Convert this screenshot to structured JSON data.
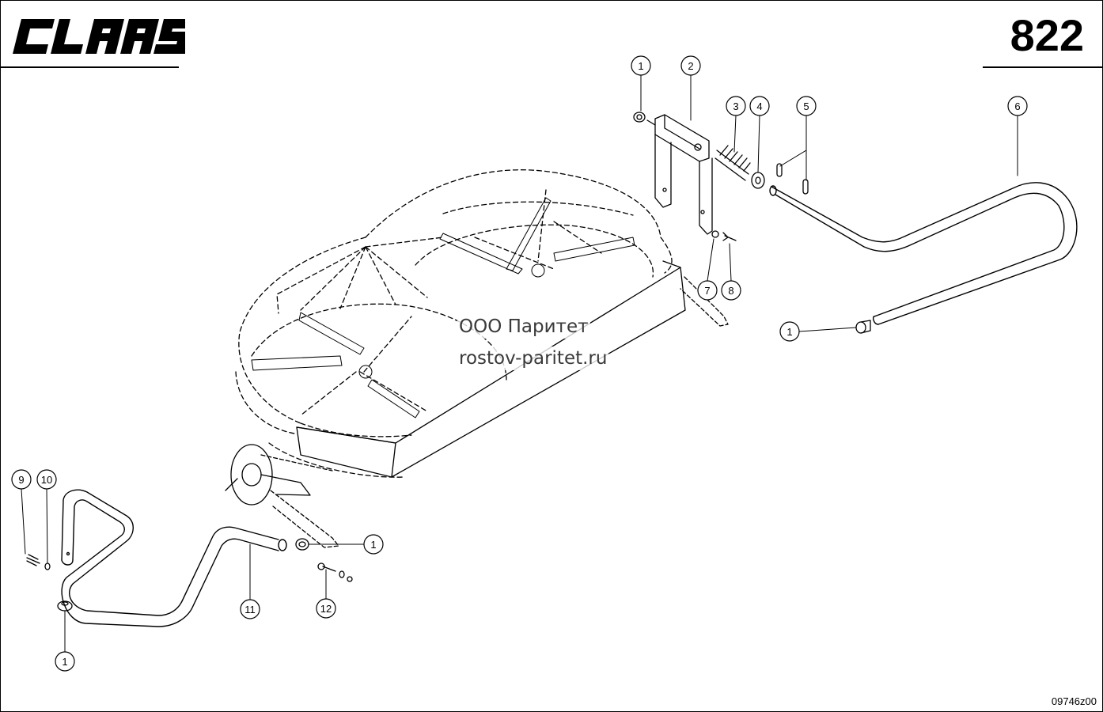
{
  "header": {
    "brand": "CLAAS",
    "page_number": "822"
  },
  "callouts": [
    "1",
    "2",
    "3",
    "4",
    "5",
    "6",
    "1",
    "7",
    "8",
    "9",
    "10",
    "1",
    "11",
    "12",
    "1"
  ],
  "watermark": {
    "company": "ООО Паритет",
    "url": "rostov-paritet.ru"
  },
  "footer": {
    "drawing_code": "09746z00"
  },
  "colors": {
    "ink": "#000000",
    "background": "#ffffff"
  }
}
